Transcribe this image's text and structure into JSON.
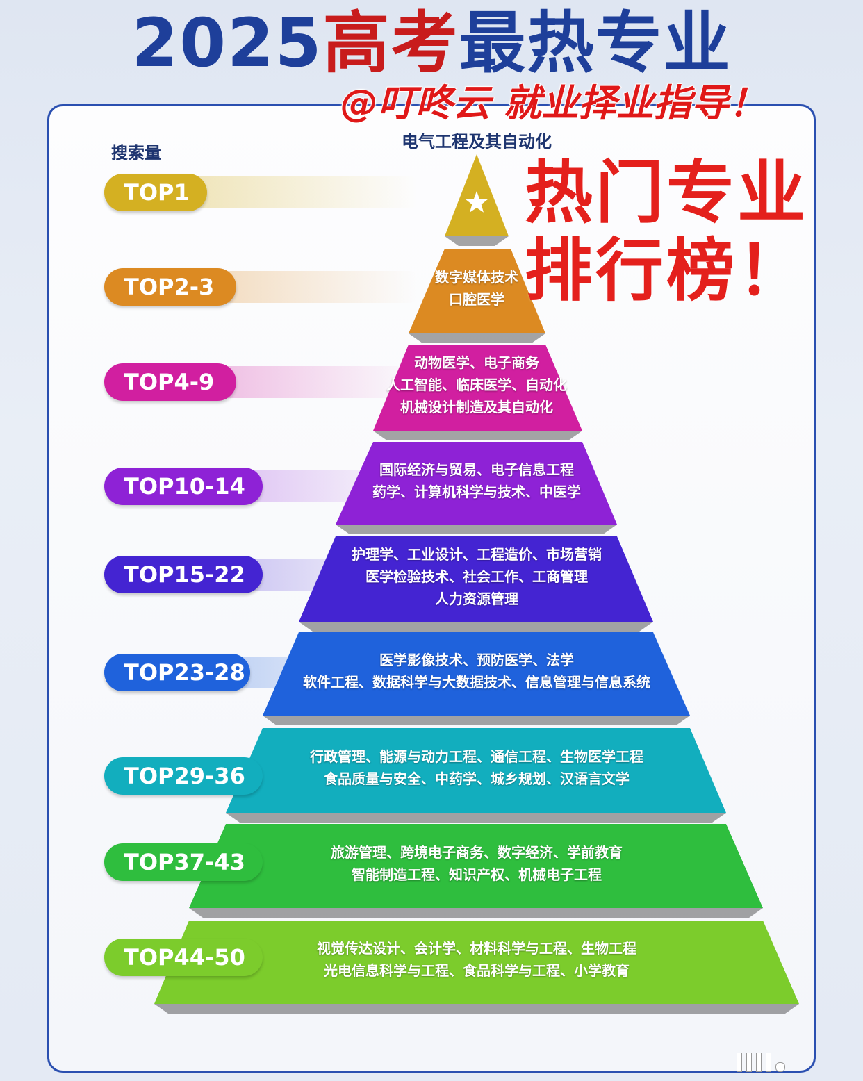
{
  "header": {
    "title_year": "2025",
    "title_red": "高考",
    "title_blue": "最热专业",
    "subtitle": "@叮咚云 就业择业指导！"
  },
  "diagram": {
    "axis_label": "搜索量",
    "apex_label": "电气工程及其自动化",
    "apex_icon": "star-icon",
    "overlay_text": "热门专业排行榜！",
    "tiers": [
      {
        "rank": "TOP1",
        "color": "#d4b022",
        "lines": []
      },
      {
        "rank": "TOP2-3",
        "color": "#dc8a22",
        "lines": [
          "数字媒体技术",
          "口腔医学"
        ]
      },
      {
        "rank": "TOP4-9",
        "color": "#d11fa0",
        "lines": [
          "动物医学、电子商务",
          "人工智能、临床医学、自动化",
          "机械设计制造及其自动化"
        ]
      },
      {
        "rank": "TOP10-14",
        "color": "#8e22d6",
        "lines": [
          "国际经济与贸易、电子信息工程",
          "药学、计算机科学与技术、中医学"
        ]
      },
      {
        "rank": "TOP15-22",
        "color": "#4424d2",
        "lines": [
          "护理学、工业设计、工程造价、市场营销",
          "医学检验技术、社会工作、工商管理",
          "人力资源管理"
        ]
      },
      {
        "rank": "TOP23-28",
        "color": "#1f62dc",
        "lines": [
          "医学影像技术、预防医学、法学",
          "软件工程、数据科学与大数据技术、信息管理与信息系统"
        ]
      },
      {
        "rank": "TOP29-36",
        "color": "#12aebe",
        "lines": [
          "行政管理、能源与动力工程、通信工程、生物医学工程",
          "食品质量与安全、中药学、城乡规划、汉语言文学"
        ]
      },
      {
        "rank": "TOP37-43",
        "color": "#2fbe3e",
        "lines": [
          "旅游管理、跨境电子商务、数字经济、学前教育",
          "智能制造工程、知识产权、机械电子工程"
        ]
      },
      {
        "rank": "TOP44-50",
        "color": "#7ccc2c",
        "lines": [
          "视觉传达设计、会计学、材料科学与工程、生物工程",
          "光电信息科学与工程、食品科学与工程、小学教育"
        ]
      }
    ]
  }
}
